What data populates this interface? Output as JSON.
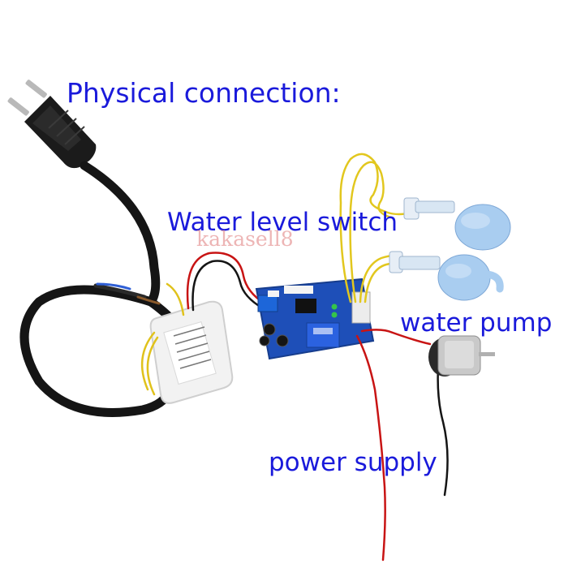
{
  "photo": {
    "background": "#ffffff",
    "label_color": "#1a1adb",
    "watermark_color": "#e9a3a3"
  },
  "labels": {
    "title": "Physical connection:",
    "water_level_switch": "Water level switch",
    "water_pump": "water pump",
    "power_supply": "power supply"
  },
  "watermark": "kakasell8",
  "components": [
    "power-plug",
    "ac-dc-power-module",
    "water-level-controller-board",
    "float-switch-upper",
    "float-switch-lower",
    "dc-motor-pump"
  ]
}
